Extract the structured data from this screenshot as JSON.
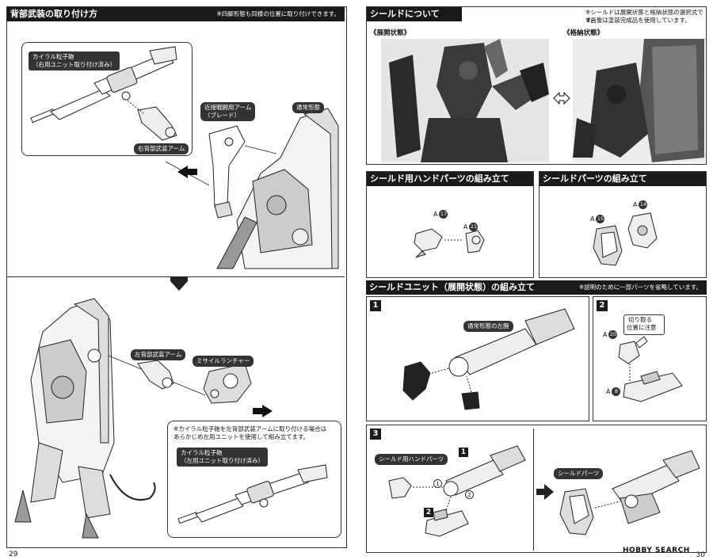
{
  "left_page": {
    "header_title": "背部武装の取り付け方",
    "header_note": "※四脚形態も同様の位置に取り付けできます。",
    "labels": {
      "kairal_right_1": "カイラル粒子砲",
      "kairal_right_2": "（右用ユニット取り付け済み）",
      "right_back_arm": "右背部武装アーム",
      "close_combat_arm_1": "近接戦闘用アーム",
      "close_combat_arm_2": "（ブレード）",
      "normal_form": "通常形態",
      "left_back_arm": "左背部武装アーム",
      "missile_launcher": "ミサイルランチャー",
      "kairal_left_1": "カイラル粒子砲",
      "kairal_left_2": "（左用ユニット取り付け済み）"
    },
    "left_note": "※カイラル粒子砲を左背部武装アームに取り付ける場合は\nあらかじめ左用ユニットを使用して組み立てます。",
    "page_number": "29"
  },
  "right_page": {
    "shield_section": {
      "title": "シールドについて",
      "note_1": "※シールドは展開状態と格納状態の選択式です。",
      "note_2": "※画像は塗装完成品を使用しています。",
      "deployed_label": "《展開状態》",
      "stowed_label": "《格納状態》"
    },
    "hand_parts": {
      "title": "シールド用ハンドパーツの組み立て",
      "part_a": "A",
      "num_17": "17",
      "num_21": "21"
    },
    "shield_parts": {
      "title": "シールドパーツの組み立て",
      "part_a": "A",
      "num_14": "14",
      "num_15": "15"
    },
    "unit_section": {
      "title": "シールドユニット（展開状態）の組み立て",
      "note": "※説明のために一部パーツを省略しています。",
      "step1": "1",
      "step2": "2",
      "step3": "3",
      "left_arm_label": "通常形態の左腕",
      "cut_note_1": "切り取る",
      "cut_note_2": "位置に注意",
      "part_a": "A",
      "num_20": "20",
      "num_8": "8",
      "hand_parts_label": "シールド用ハンドパーツ",
      "shield_parts_label": "シールドパーツ",
      "sub_1": "1",
      "sub_2": "2",
      "circle_1": "①",
      "circle_2": "②"
    },
    "page_number": "30"
  },
  "watermark": "HOBBY SEARCH"
}
